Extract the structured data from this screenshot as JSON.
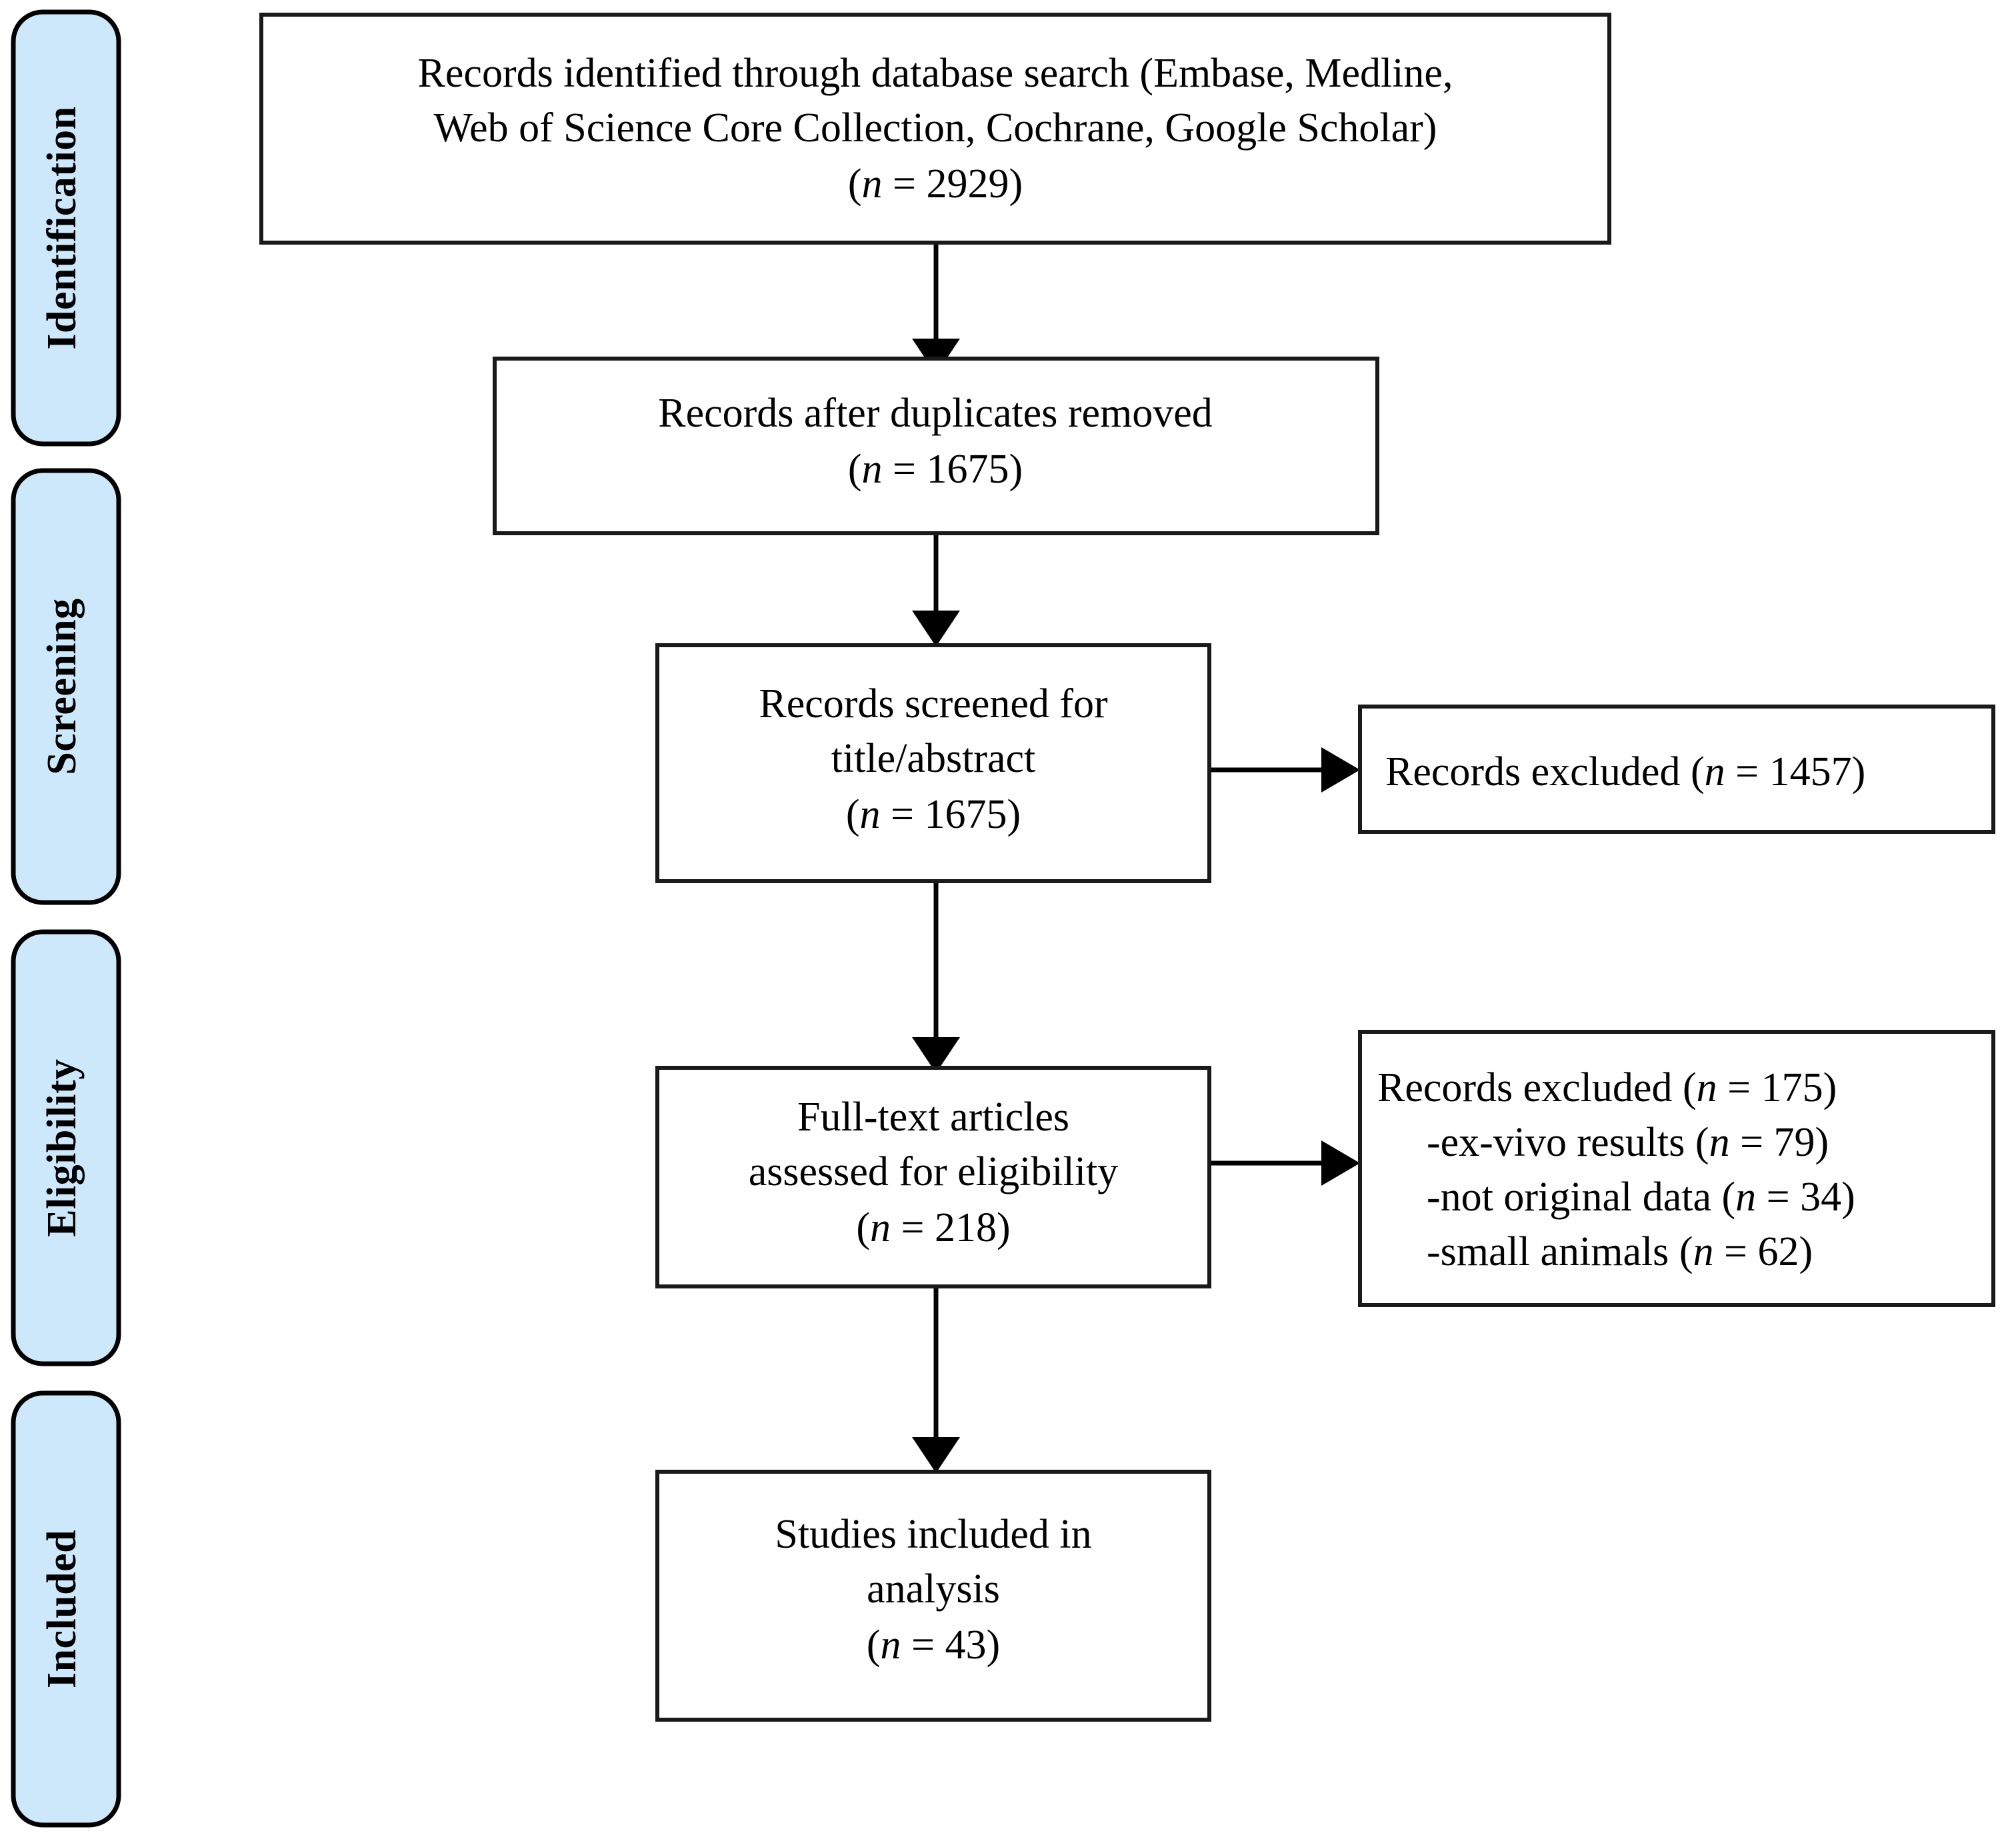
{
  "diagram": {
    "type": "prisma-flow-diagram",
    "title": "PRISMA study selection flow diagram",
    "background_color": "#ffffff",
    "tab_fill_color": "#cde8fa",
    "tab_border_color": "#000000",
    "box_border_color": "#1a1a1a",
    "text_color": "#000000"
  },
  "stages": [
    {
      "id": "identification",
      "label": "Identification"
    },
    {
      "id": "screening",
      "label": "Screening"
    },
    {
      "id": "eligibility",
      "label": "Eligibility"
    },
    {
      "id": "included",
      "label": "Included"
    }
  ],
  "boxes": {
    "identified": {
      "id": "records-identified",
      "lines": [
        "Records identified through database search (Embase, Medline,",
        "Web of Science Core Collection, Cochrane, Google Scholar)"
      ],
      "count_prefix": "(",
      "count_var": "n",
      "count_eq": " = ",
      "count_value": "2929",
      "count_suffix": ")"
    },
    "deduplicated": {
      "id": "records-after-duplicates-removed",
      "lines": [
        "Records after duplicates removed"
      ],
      "count_prefix": "(",
      "count_var": "n",
      "count_eq": " = ",
      "count_value": "1675",
      "count_suffix": ")"
    },
    "screened": {
      "id": "records-screened",
      "lines": [
        "Records screened for",
        "title/abstract"
      ],
      "count_prefix": "(",
      "count_var": "n",
      "count_eq": " = ",
      "count_value": "1675",
      "count_suffix": ")"
    },
    "screen_excluded": {
      "id": "records-excluded-screening",
      "label": "Records excluded ",
      "count_prefix": "(",
      "count_var": "n",
      "count_eq": " = ",
      "count_value": "1457",
      "count_suffix": ")"
    },
    "fulltext": {
      "id": "full-text-assessed",
      "lines": [
        "Full-text articles",
        "assessed for eligibility"
      ],
      "count_prefix": "(",
      "count_var": "n",
      "count_eq": " = ",
      "count_value": "218",
      "count_suffix": ")"
    },
    "eligibility_excluded": {
      "id": "records-excluded-eligibility",
      "heading": "Records excluded ",
      "heading_count_prefix": "(",
      "heading_count_var": "n",
      "heading_count_eq": " = ",
      "heading_count_value": "175",
      "heading_count_suffix": ")",
      "reasons": [
        {
          "label": "-ex-vivo results ",
          "prefix": "(",
          "var": "n",
          "eq": " = ",
          "value": "79",
          "suffix": ")"
        },
        {
          "label": "-not original data ",
          "prefix": "(",
          "var": "n",
          "eq": " = ",
          "value": "34",
          "suffix": ")"
        },
        {
          "label": "-small animals ",
          "prefix": "(",
          "var": "n",
          "eq": " = ",
          "value": "62",
          "suffix": ")"
        }
      ]
    },
    "included": {
      "id": "studies-included",
      "lines": [
        "Studies included in",
        "analysis"
      ],
      "count_prefix": "(",
      "count_var": "n",
      "count_eq": " = ",
      "count_value": "43",
      "count_suffix": ")"
    }
  }
}
